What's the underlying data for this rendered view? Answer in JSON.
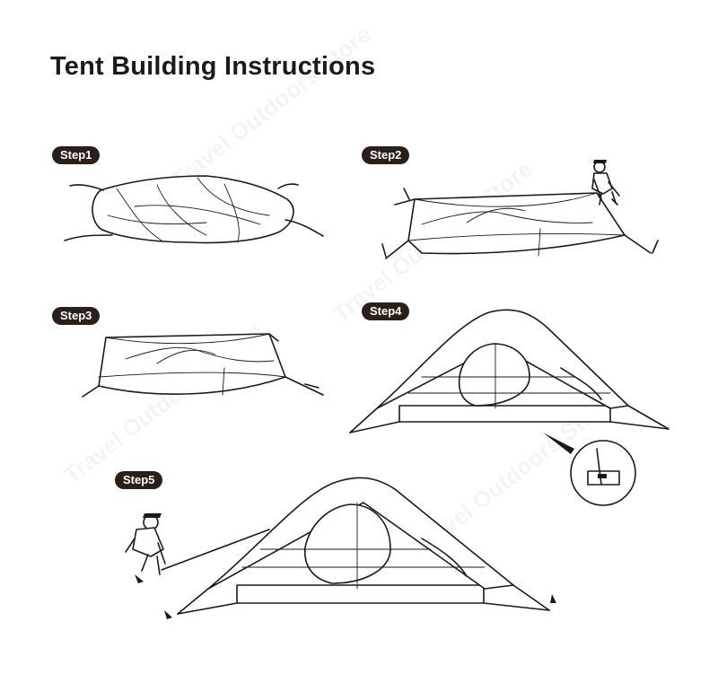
{
  "title": "Tent Building Instructions",
  "steps": [
    {
      "label": "Step1"
    },
    {
      "label": "Step2"
    },
    {
      "label": "Step3"
    },
    {
      "label": "Step4"
    },
    {
      "label": "Step5"
    }
  ],
  "watermark": "Travel Outdoors Store",
  "colors": {
    "badge": "#2b1f1a",
    "ink": "#1a1a1a",
    "background": "#ffffff"
  }
}
